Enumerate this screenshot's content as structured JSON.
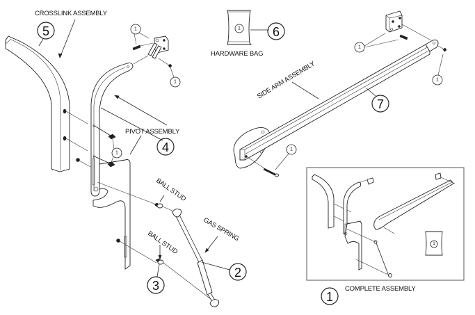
{
  "diagram": {
    "type": "exploded-assembly-drawing",
    "labels": {
      "crosslink": "CROSSLINK ASSEMBLY",
      "hardware_bag": "HARDWARE BAG",
      "side_arm": "SIDE ARM ASSEMBLY",
      "pivot": "PIVOT ASSEMBLY",
      "ball_stud_upper": "BALL STUD",
      "ball_stud_lower": "BALL STUD",
      "gas_spring": "GAS SPRING",
      "complete": "COMPLETE ASSEMBLY"
    },
    "callouts": {
      "crosslink": "5",
      "hardware_bag": "6",
      "side_arm": "7",
      "pivot": "4",
      "gas_spring": "2",
      "ball_stud": "3",
      "complete": "1",
      "hardware_ref": "1"
    },
    "inset_title": "COMPLETE ASSEMBLY",
    "colors": {
      "line": "#222222",
      "background": "#ffffff",
      "inset_border": "#555555"
    }
  }
}
